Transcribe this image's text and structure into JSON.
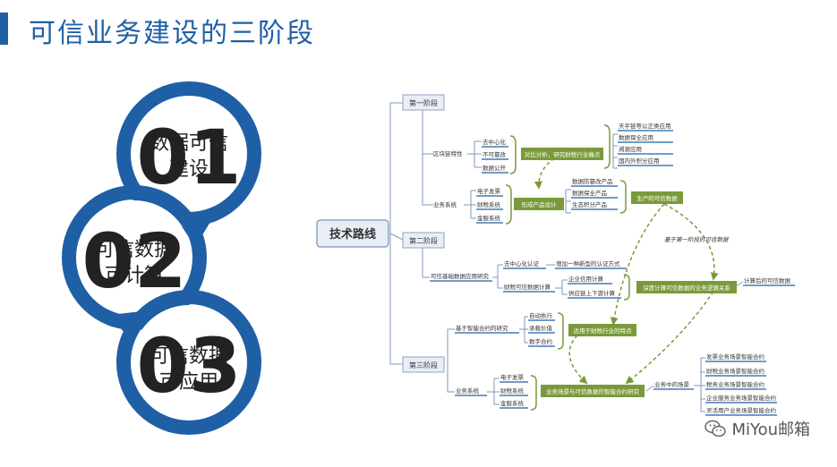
{
  "title": "可信业务建设的三阶段",
  "stages": [
    {
      "lines": [
        "数据可信",
        "建设"
      ],
      "ghost": "01"
    },
    {
      "lines": [
        "可信数据",
        "可计算"
      ],
      "ghost": "02"
    },
    {
      "lines": [
        "可信数据",
        "可应用"
      ],
      "ghost": "03"
    }
  ],
  "mindmap": {
    "root": "技术路线",
    "phase1": {
      "label": "第一阶段",
      "blockchain": {
        "label": "区块链特性",
        "items": [
          "去中心化",
          "不可篡改",
          "数据公开"
        ]
      },
      "business": {
        "label": "业务系统",
        "items": [
          "电子发票",
          "财税系统",
          "金服系统"
        ]
      },
      "green_analysis": "对比分析，研究财税行业痛点",
      "apps": [
        "天平链等公正类应用",
        "数据保全应用",
        "溯源应用",
        "国内外积分应用"
      ],
      "green_product": "形成产品设计",
      "products": [
        "数据防篡改产品",
        "数据保全产品",
        "生态积分产品"
      ],
      "green_trusted": "生产的可信数据"
    },
    "phase2": {
      "label": "第二阶段",
      "research": "可信基础数据应用研究",
      "decentral_auth": "去中心化认证",
      "new_auth": "增加一种新型的认证方式",
      "trusted_compute": "财税可信数据计算",
      "compute_items": [
        "企业信用计算",
        "供应链上下游计算"
      ],
      "green_deep": "深度计算可信数据的业务逻辑关系",
      "computable": "计算后的可信数据",
      "based_on": "基于第一阶段的可信数据"
    },
    "phase3": {
      "label": "第三阶段",
      "smart_research": "基于智能合约的研究",
      "smart_items": [
        "自动执行",
        "承载价值",
        "数字合约"
      ],
      "green_suit": "适用于财税行业的特点",
      "business": {
        "label": "业务系统",
        "items": [
          "电子发票",
          "财税系统",
          "金服系统"
        ]
      },
      "green_smart": "业务场景与可信数据的智能合约研究",
      "scenario": "业务中的场景",
      "contracts": [
        "发票业务场景智能合约",
        "财税业务场景智能合约",
        "税务业务场景智能合约",
        "企业服务业务场景智能合约",
        "灵活用户业务场景智能合约"
      ]
    }
  },
  "watermark": "MiYou邮箱",
  "colors": {
    "blue": "#1f5fa6",
    "green": "#7a9a3a",
    "node_fill": "#e9eef6",
    "node_stroke": "#8ea3c4"
  }
}
